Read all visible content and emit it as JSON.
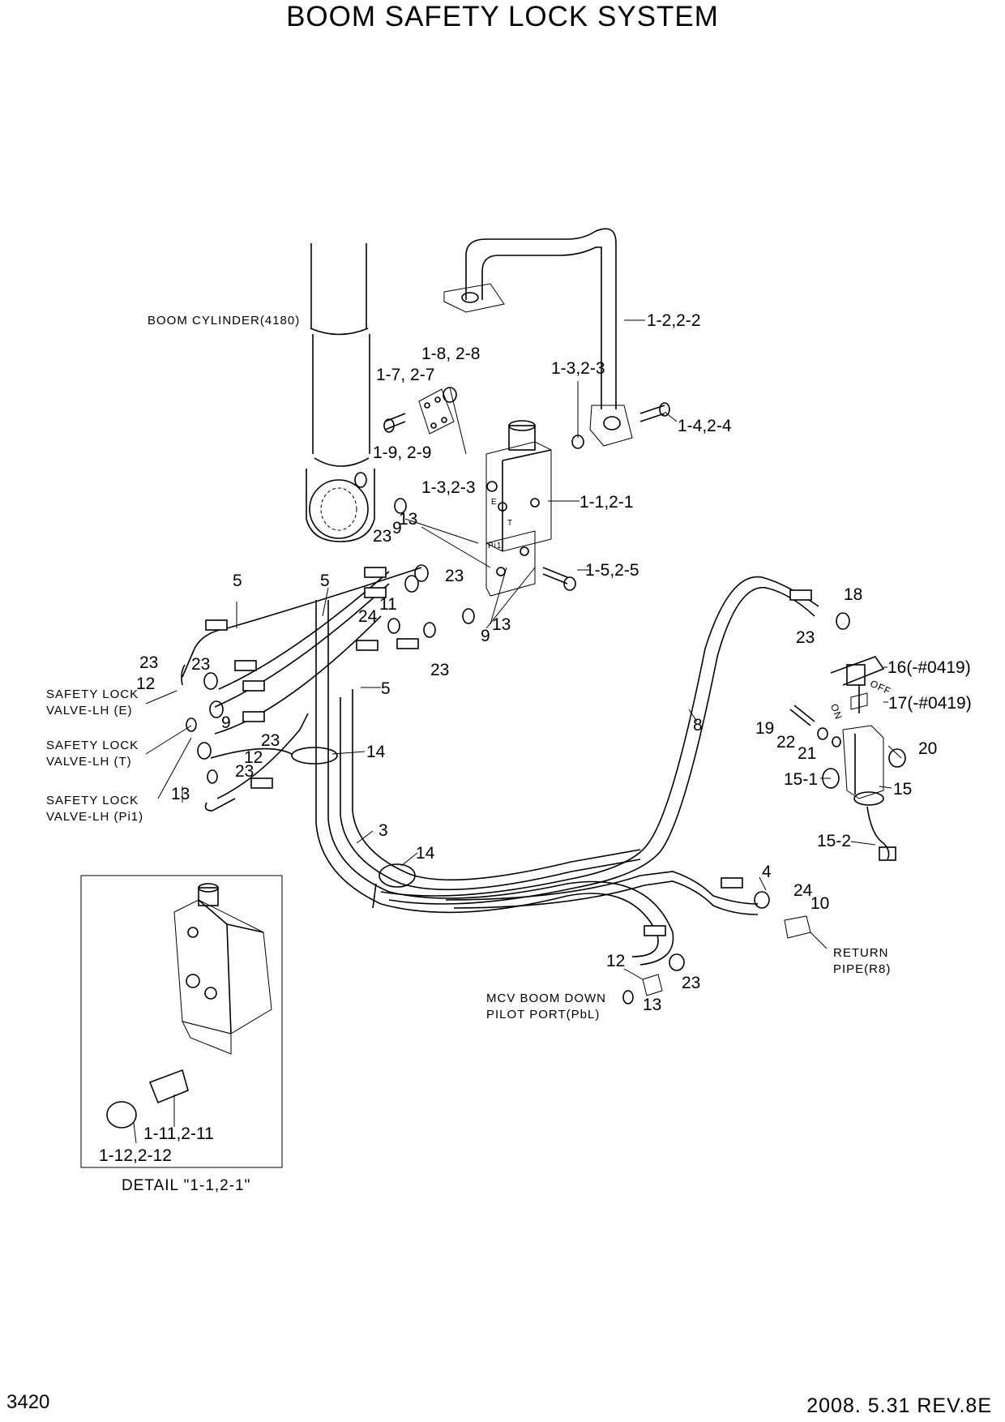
{
  "title": "BOOM SAFETY LOCK SYSTEM",
  "page_number": "3420",
  "revision": "2008. 5.31  REV.8E",
  "notes": {
    "boom_cylinder": "BOOM CYLINDER(4180)",
    "safety_lock_e": [
      "SAFETY LOCK",
      "VALVE-LH (E)"
    ],
    "safety_lock_t": [
      "SAFETY LOCK",
      "VALVE-LH (T)"
    ],
    "safety_lock_pi1": [
      "SAFETY LOCK",
      "VALVE-LH (Pi1)"
    ],
    "mcv_boom_down": [
      "MCV BOOM DOWN",
      "PILOT PORT(PbL)"
    ],
    "return_pipe": [
      "RETURN",
      "PIPE(R8)"
    ],
    "off": "OFF",
    "on": "ON",
    "port_e": "E",
    "port_t": "T",
    "port_pi1": "Pi1"
  },
  "detail_caption": "DETAIL \"1-1,2-1\"",
  "callouts": {
    "c_1_2": "1-2,2-2",
    "c_1_8": "1-8, 2-8",
    "c_1_7": "1-7, 2-7",
    "c_1_3_top": "1-3,2-3",
    "c_1_4": "1-4,2-4",
    "c_1_9": "1-9, 2-9",
    "c_1_3_mid": "1-3,2-3",
    "c_1_1": "1-1,2-1",
    "c_1_5": "1-5,2-5",
    "c_23a": "23",
    "c_9a": "9",
    "c_13a": "13",
    "c_5a": "5",
    "c_5b": "5",
    "c_23b": "23",
    "c_11": "11",
    "c_24a": "24",
    "c_13b": "13",
    "c_9b": "9",
    "c_23c": "23",
    "c_23d": "23",
    "c_23e": "23",
    "c_12a": "12",
    "c_5c": "5",
    "c_9c": "9",
    "c_23f": "23",
    "c_12b": "12",
    "c_23g": "23",
    "c_13c": "13",
    "c_14a": "14",
    "c_3": "3",
    "c_14b": "14",
    "c_8": "8",
    "c_18": "18",
    "c_23h": "23",
    "c_16": "16(-#0419)",
    "c_17": "17(-#0419)",
    "c_19": "19",
    "c_22": "22",
    "c_21": "21",
    "c_20": "20",
    "c_15_1": "15-1",
    "c_15": "15",
    "c_15_2": "15-2",
    "c_4": "4",
    "c_24b": "24",
    "c_10": "10",
    "c_12c": "12",
    "c_23i": "23",
    "c_13d": "13",
    "c_1_11": "1-11,2-11",
    "c_1_12": "1-12,2-12"
  }
}
